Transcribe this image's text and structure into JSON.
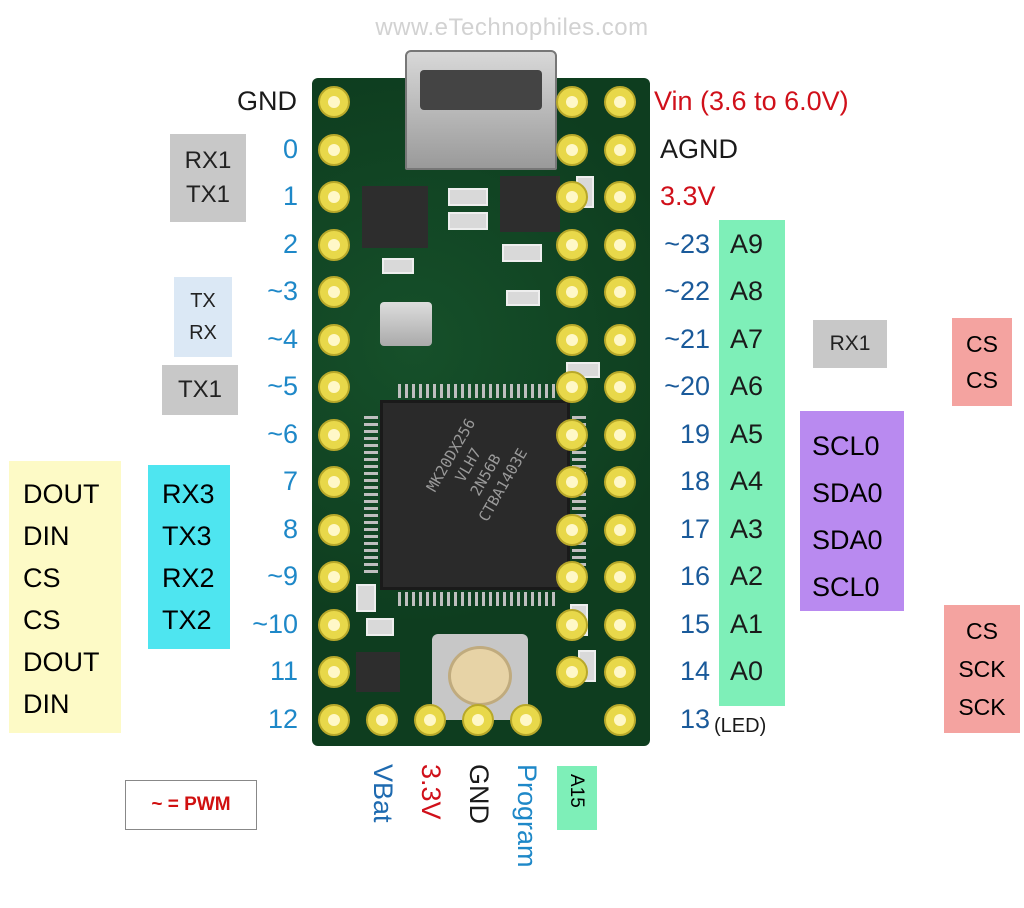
{
  "watermark": "www.eTechnophiles.com",
  "left_pins": [
    {
      "name": "GND",
      "cls": "dark"
    },
    {
      "name": "0",
      "cls": "blue"
    },
    {
      "name": "1",
      "cls": "blue"
    },
    {
      "name": "2",
      "cls": "blue"
    },
    {
      "name": "~3",
      "cls": "blue"
    },
    {
      "name": "~4",
      "cls": "blue"
    },
    {
      "name": "~5",
      "cls": "blue"
    },
    {
      "name": "~6",
      "cls": "blue"
    },
    {
      "name": "7",
      "cls": "blue"
    },
    {
      "name": "8",
      "cls": "blue"
    },
    {
      "name": "~9",
      "cls": "blue"
    },
    {
      "name": "~10",
      "cls": "blue"
    },
    {
      "name": "11",
      "cls": "blue"
    },
    {
      "name": "12",
      "cls": "blue"
    }
  ],
  "right_pins": [
    {
      "name": "Vin (3.6 to 6.0V)",
      "cls": "red"
    },
    {
      "name": "AGND",
      "cls": "dark"
    },
    {
      "name": "3.3V",
      "cls": "red"
    },
    {
      "name": "~23",
      "cls": "navy"
    },
    {
      "name": "~22",
      "cls": "navy"
    },
    {
      "name": "~21",
      "cls": "navy"
    },
    {
      "name": "~20",
      "cls": "navy"
    },
    {
      "name": "19",
      "cls": "navy"
    },
    {
      "name": "18",
      "cls": "navy"
    },
    {
      "name": "17",
      "cls": "navy"
    },
    {
      "name": "16",
      "cls": "navy"
    },
    {
      "name": "15",
      "cls": "navy"
    },
    {
      "name": "14",
      "cls": "navy"
    },
    {
      "name": "13",
      "cls": "navy"
    }
  ],
  "led_note": "(LED)",
  "analog": [
    "A9",
    "A8",
    "A7",
    "A6",
    "A5",
    "A4",
    "A3",
    "A2",
    "A1",
    "A0"
  ],
  "serial1_box": [
    "RX1",
    "TX1"
  ],
  "alt_serial_box": [
    "TX",
    "RX"
  ],
  "tx1_box": "TX1",
  "yellow_box": [
    "DOUT",
    "DIN",
    "CS",
    "CS",
    "DOUT",
    "DIN"
  ],
  "cyan_box": [
    "RX3",
    "TX3",
    "RX2",
    "TX2"
  ],
  "rx1_right": "RX1",
  "purple_box": [
    "SCL0",
    "SDA0",
    "SDA0",
    "SCL0"
  ],
  "pink_top": [
    "CS",
    "CS"
  ],
  "pink_bottom": [
    "CS",
    "SCK",
    "SCK"
  ],
  "bottom_pins": [
    {
      "name": "VBat",
      "color": "#1e6ab0"
    },
    {
      "name": "3.3V",
      "color": "#d0101a"
    },
    {
      "name": "GND",
      "color": "#1a1a1a"
    },
    {
      "name": "Program",
      "color": "#1e88c8"
    }
  ],
  "a15": "A15",
  "pwm_note": "~ = PWM",
  "chip_text": [
    "MK20DX256",
    "VLH7",
    "2N56B",
    "CTBA1403E"
  ]
}
